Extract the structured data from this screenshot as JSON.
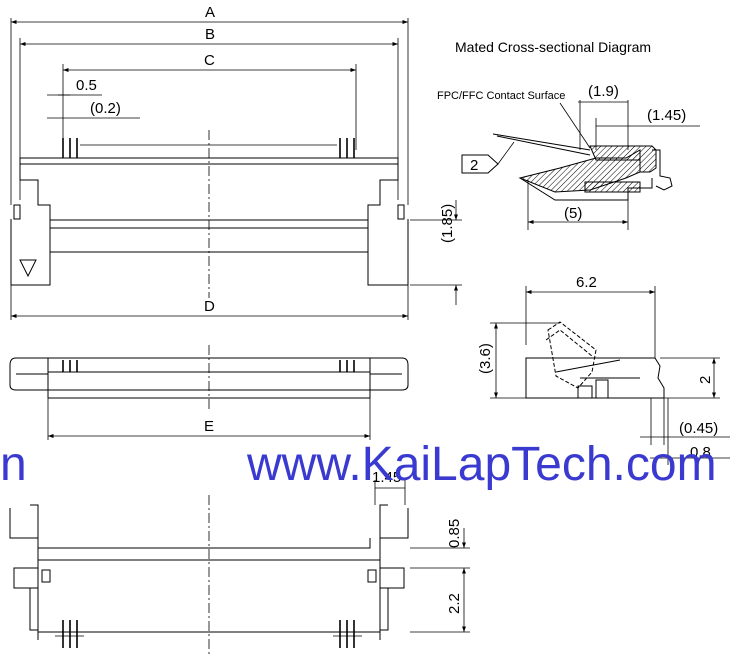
{
  "title": "Mated Cross-sectional Diagram",
  "labels": {
    "a": "A",
    "b": "B",
    "c": "C",
    "d": "D",
    "e": "E",
    "p05": "0.5",
    "p02": "(0.2)",
    "h185": "(1.85)",
    "d19": "(1.9)",
    "d145p": "(1.45)",
    "fpc": "FPC/FFC Contact Surface",
    "mark2": "2",
    "d5": "(5)",
    "d62": "6.2",
    "d36": "(3.6)",
    "d2": "2",
    "d045": "(0.45)",
    "d08": "0.8",
    "d145": "1.45",
    "d085": "0.85",
    "d22": "2.2"
  },
  "watermark": {
    "left_fragment": "n",
    "main": "www.KaiLapTech.com"
  }
}
